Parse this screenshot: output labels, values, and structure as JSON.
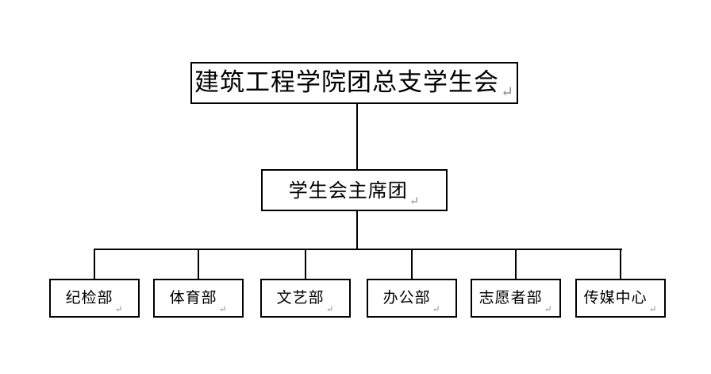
{
  "org_chart": {
    "level1": {
      "label": "建筑工程学院团总支学生会",
      "paragraph_mark": "↵"
    },
    "level2": {
      "label": "学生会主席团",
      "paragraph_mark": "↵"
    },
    "level3": [
      {
        "label": "纪检部",
        "paragraph_mark": "↵"
      },
      {
        "label": "体育部",
        "paragraph_mark": "↵"
      },
      {
        "label": "文艺部",
        "paragraph_mark": "↵"
      },
      {
        "label": "办公部",
        "paragraph_mark": "↵"
      },
      {
        "label": "志愿者部",
        "paragraph_mark": "↵"
      },
      {
        "label": "传媒中心",
        "paragraph_mark": "↵"
      }
    ]
  },
  "colors": {
    "border": "#000000",
    "connector": "#000000",
    "background": "#ffffff",
    "paragraph_mark": "#8c8c8c"
  }
}
